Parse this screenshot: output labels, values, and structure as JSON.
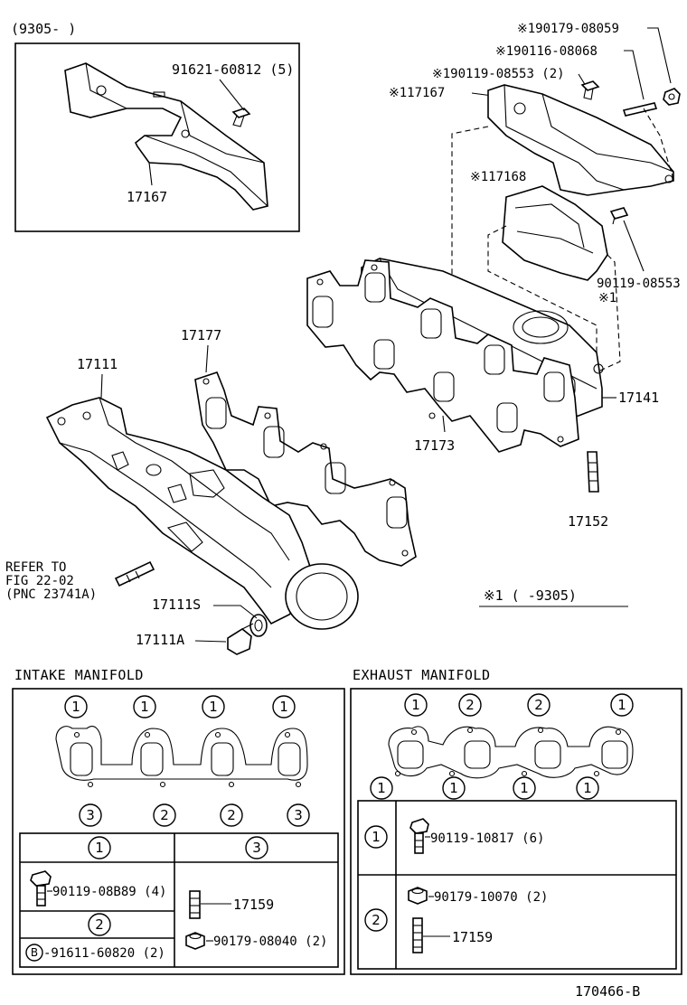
{
  "inset": {
    "title": "(9305-     )",
    "bolt_label": "91621-60812 (5)",
    "cover_label": "17167"
  },
  "exhaust_parts": {
    "p1": "※190179-08059",
    "p2": "※190116-08068",
    "p3": "※190119-08553 (2)",
    "p4": "※117167",
    "p5": "※117168",
    "p6": "90119-08553",
    "p6_note": "※1",
    "manifold": "17141",
    "gasket": "17173",
    "stud": "17152"
  },
  "intake_parts": {
    "gasket": "17177",
    "manifold": "17111",
    "refer_1": "REFER TO",
    "refer_2": "FIG 22-02",
    "refer_3": "(PNC 23741A)",
    "washer": "17111S",
    "plug": "17111A"
  },
  "footnote": "※1 (      -9305)",
  "intake_table": {
    "title": "INTAKE MANIFOLD",
    "top_marks": [
      "1",
      "1",
      "1",
      "1"
    ],
    "bottom_marks": [
      "3",
      "2",
      "2",
      "3"
    ],
    "col1_head": "1",
    "col3_head": "3",
    "row1_part": "90119-08B89 (4)",
    "row2_head": "2",
    "row2_b": "B",
    "row2_part": "-91611-60820 (2)",
    "r3_part1": "17159",
    "r3_part2": "90179-08040 (2)"
  },
  "exhaust_table": {
    "title": "EXHAUST MANIFOLD",
    "top_marks": [
      "1",
      "2",
      "2",
      "1"
    ],
    "bottom_marks": [
      "1",
      "1",
      "1",
      "1"
    ],
    "row1_head": "1",
    "row1_part": "90119-10817 (6)",
    "row2_head": "2",
    "row2_part1": "90179-10070 (2)",
    "row2_part2": "17159"
  },
  "figure_code": "170466-B"
}
